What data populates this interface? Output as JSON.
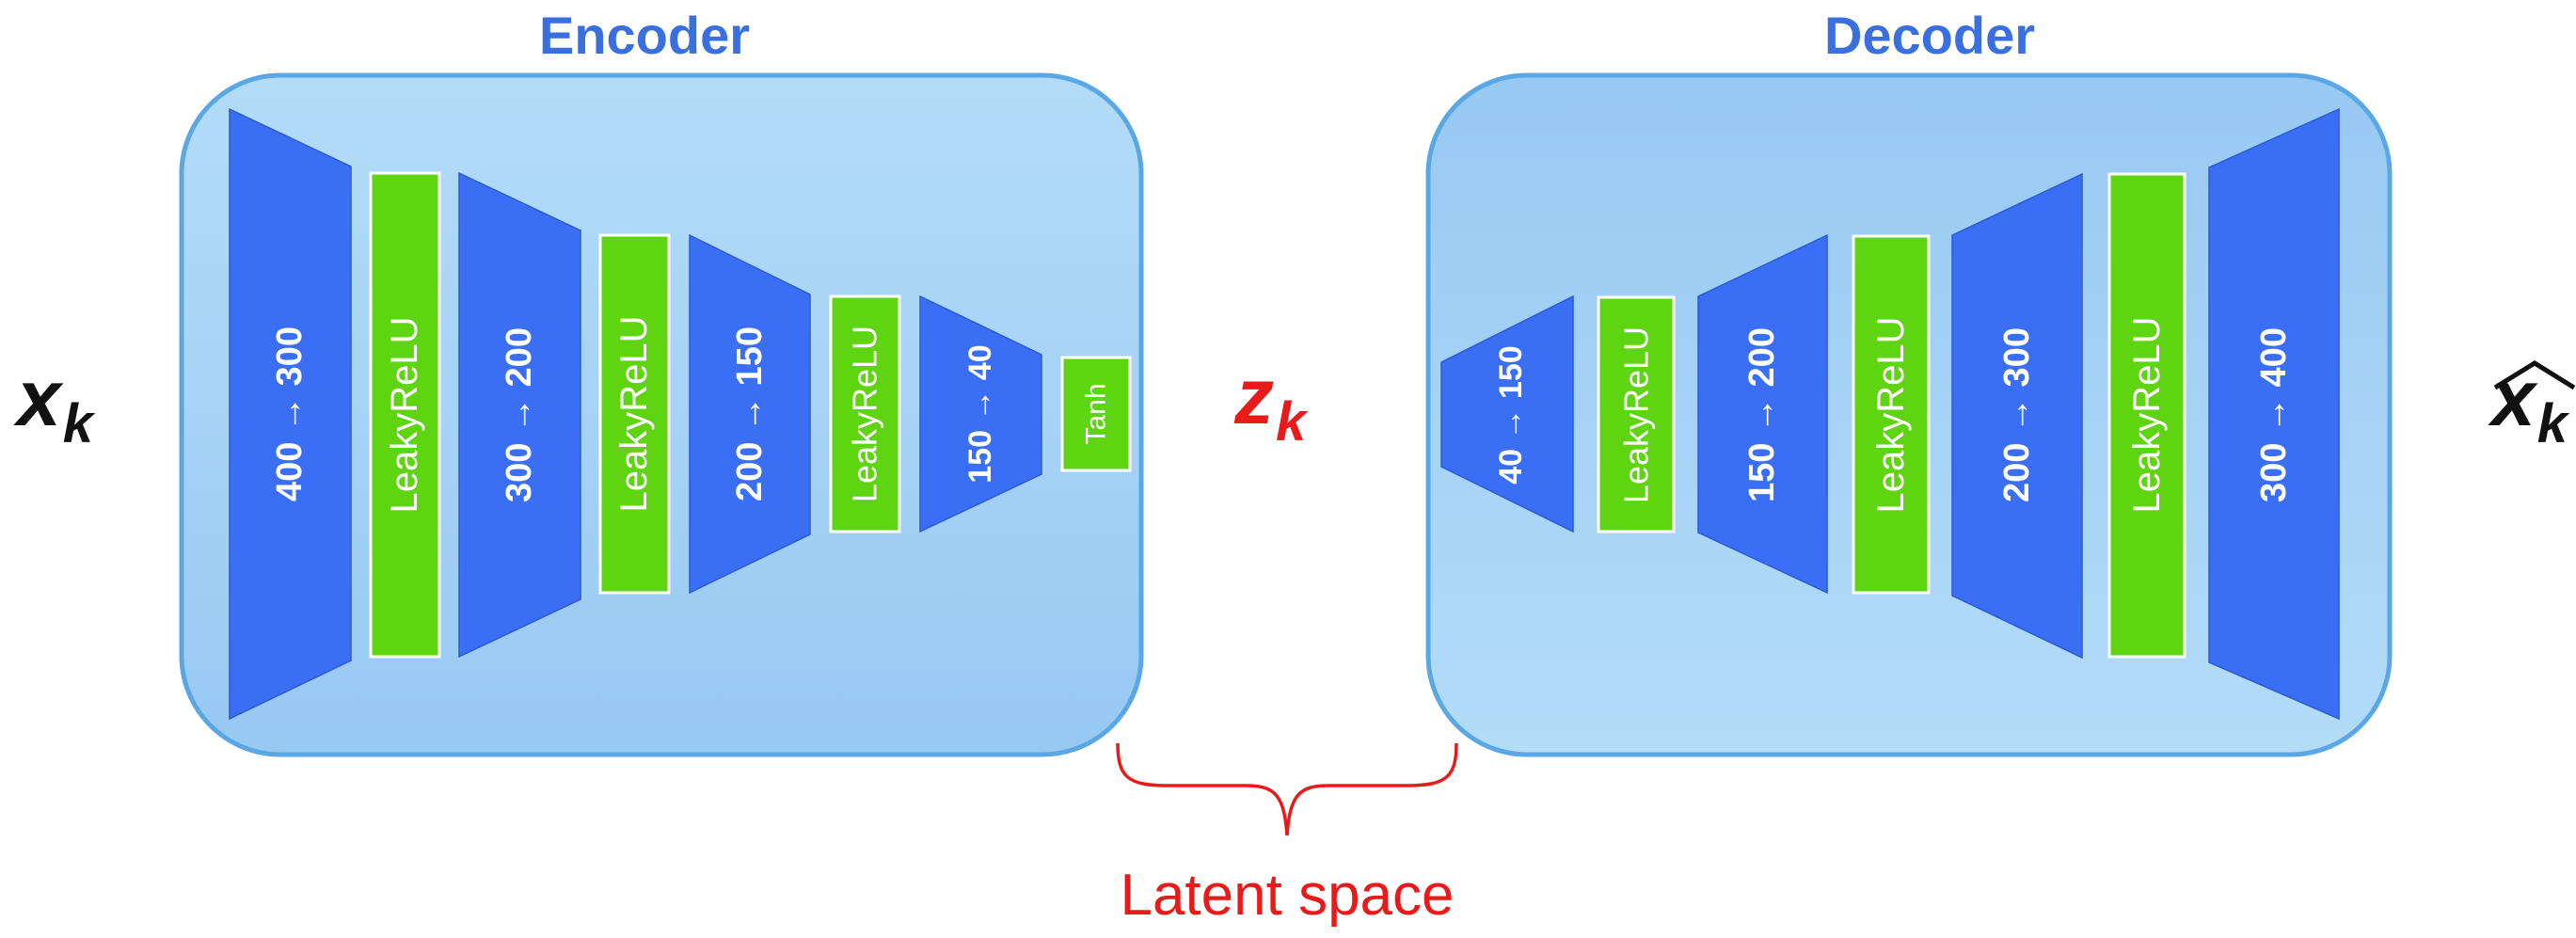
{
  "encoder": {
    "title": "Encoder",
    "layers": [
      {
        "kind": "linear",
        "label": "400 → 300"
      },
      {
        "kind": "activation",
        "label": "LeakyReLU"
      },
      {
        "kind": "linear",
        "label": "300 → 200"
      },
      {
        "kind": "activation",
        "label": "LeakyReLU"
      },
      {
        "kind": "linear",
        "label": "200 → 150"
      },
      {
        "kind": "activation",
        "label": "LeakyReLU"
      },
      {
        "kind": "linear",
        "label": "150 → 40"
      },
      {
        "kind": "activation",
        "label": "Tanh"
      }
    ]
  },
  "decoder": {
    "title": "Decoder",
    "layers": [
      {
        "kind": "linear",
        "label": "40 → 150"
      },
      {
        "kind": "activation",
        "label": "LeakyReLU"
      },
      {
        "kind": "linear",
        "label": "150 → 200"
      },
      {
        "kind": "activation",
        "label": "LeakyReLU"
      },
      {
        "kind": "linear",
        "label": "200 → 300"
      },
      {
        "kind": "activation",
        "label": "LeakyReLU"
      },
      {
        "kind": "linear",
        "label": "300 → 400"
      }
    ]
  },
  "input_symbol": {
    "base": "x",
    "sub": "k"
  },
  "latent_symbol": {
    "base": "z",
    "sub": "k"
  },
  "output_symbol": {
    "base": "x",
    "sub": "k",
    "hat": true
  },
  "latent_label": "Latent space",
  "colors": {
    "title": "#3a6fe0",
    "linear": "#3a6ff5",
    "activation": "#5fd411",
    "panel_fill": "#a6d1f5",
    "panel_stroke": "#5aa7e6",
    "latent": "#e81a1a",
    "text_dark": "#111111"
  }
}
